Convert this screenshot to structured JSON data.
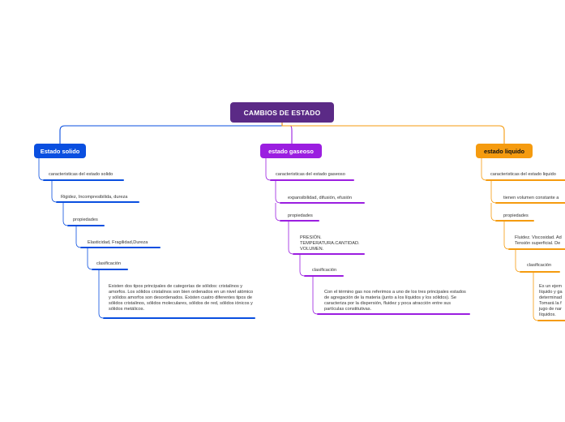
{
  "root": {
    "label": "CAMBIOS DE ESTADO",
    "color": "#5b2a86"
  },
  "branches": [
    {
      "id": "solido",
      "label": "Estado solido",
      "color": "#0a4fe0",
      "nodes": [
        "caracteristicas del estado solido",
        "Rigidez,  Incompresibilida, dureza",
        "propiedades",
        "Elasticidad,   Fragilidad,Dureza",
        "clasificación",
        "Existen dos tipos principales de categorías de sólidos: cristalinos y amorfos. Los sólidos cristalinos son bien ordenados en un nivel atómico y sólidos amorfos son desordenados. Existen cuatro diferentes tipos de sólidos cristalinos, sólidos moleculares, sólidos de red, sólidos iónicos y sólidos metálicos."
      ]
    },
    {
      "id": "gaseoso",
      "label": "estado gaseoso",
      "color": "#9b1ee0",
      "nodes": [
        "caracteristicas del estado gaseoso",
        "expansibilidad, difusión, efusión",
        "propiedades",
        "PRESIÓN.\nTEMPERATURA.CANTIDAD.\nVOLUMEN.",
        "clasificación",
        "Con el término gas nos referimos a uno de los tres principales estados de agregación de la materia (junto a los líquidos y los sólidos). Se caracteriza por la dispersión, fluidez y poca atracción entre sus partículas constitutivas."
      ]
    },
    {
      "id": "liquido",
      "label": "estado liquido",
      "color": "#f59b0f",
      "nodes": [
        "caracteristicas del estado liquido",
        "tienen volumen constante a",
        "propiedades",
        "Fluidez. Viscosidad. Ad\nTensión superficial. De",
        "clasificación",
        "Es un ejem\nlíquido y ga\ndeterminad\nTomará la f\njugo de nar\nlíquidos."
      ]
    }
  ]
}
